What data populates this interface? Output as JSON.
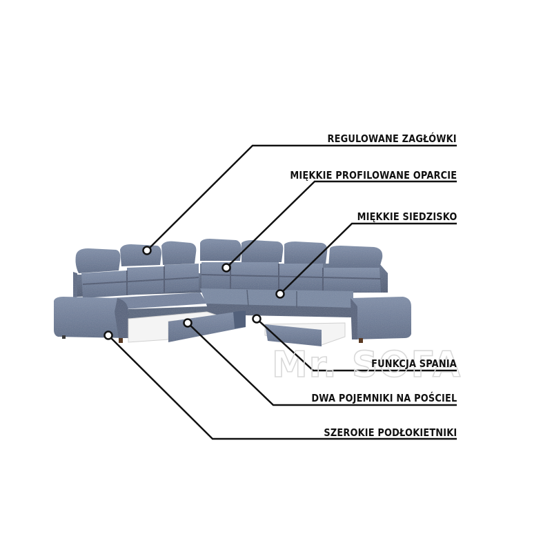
{
  "callouts": [
    {
      "id": "headrests",
      "label": "REGULOWANE ZAGŁÓWKI"
    },
    {
      "id": "backrest",
      "label": "MIĘKKIE PROFILOWANE OPARCIE"
    },
    {
      "id": "seat",
      "label": "MIĘKKIE SIEDZISKO"
    },
    {
      "id": "sleep",
      "label": "FUNKCJA SPANIA"
    },
    {
      "id": "storage",
      "label": "DWA POJEMNIKI NA POŚCIEL"
    },
    {
      "id": "armrests",
      "label": "SZEROKIE PODŁOKIETNIKI"
    }
  ],
  "watermark": {
    "text": "Mr. SOFA"
  },
  "colors": {
    "upholstery": "#6a7a96",
    "upholstery_dark": "#4f5d78",
    "upholstery_light": "#8593ad",
    "leader_line": "#111111",
    "drawer_inner": "#f2f2f2",
    "legs": "#5a3a22"
  }
}
